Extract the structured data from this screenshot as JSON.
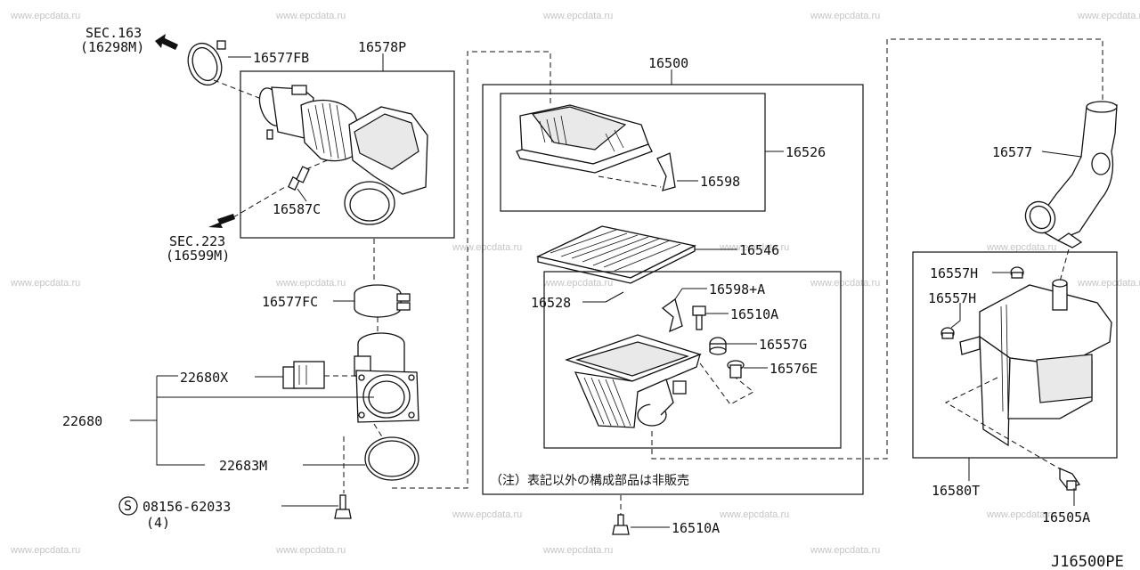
{
  "watermark": "www.epcdata.ru",
  "sections": {
    "sec163": {
      "name": "SEC.163",
      "code": "(16298M)"
    },
    "sec223": {
      "name": "SEC.223",
      "code": "(16599M)"
    }
  },
  "labels": {
    "p16577FB": "16577FB",
    "p16578P": "16578P",
    "p16587C": "16587C",
    "p16577FC": "16577FC",
    "p22680X": "22680X",
    "p22680": "22680",
    "p22683M": "22683M",
    "bolt_num": "08156-62033",
    "bolt_qty": "(4)",
    "bolt_symbol": "S",
    "p16500": "16500",
    "p16526": "16526",
    "p16598": "16598",
    "p16546": "16546",
    "p16528": "16528",
    "p16598A": "16598+A",
    "p16510A_top": "16510A",
    "p16557G": "16557G",
    "p16576E": "16576E",
    "p16510A_bottom": "16510A",
    "p16577": "16577",
    "p16557H_a": "16557H",
    "p16557H_b": "16557H",
    "p16580T": "16580T",
    "p16505A": "16505A"
  },
  "note": "（注）表記以外の構成部品は非販売",
  "diagram_code": "J16500PE"
}
